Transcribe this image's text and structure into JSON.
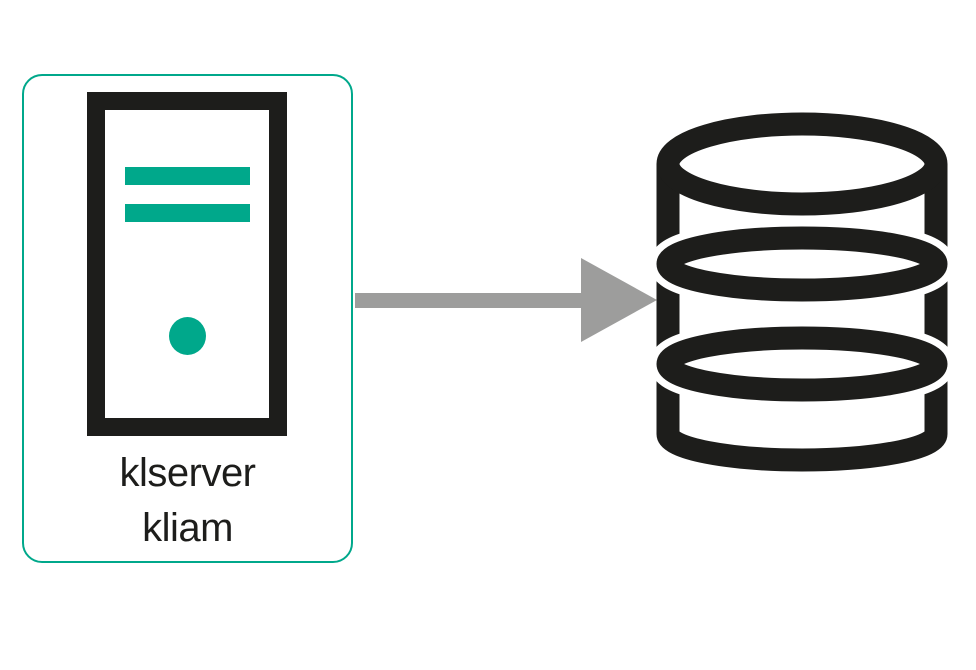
{
  "canvas": {
    "background": "#ffffff"
  },
  "colors": {
    "accent_teal": "#00a88b",
    "icon_black": "#1d1d1b",
    "arrow_gray": "#9d9d9c",
    "group_border": "#00a88b",
    "label_text": "#1d1d1b"
  },
  "server_node": {
    "icon": "server-tower-icon",
    "label_line1": "klserver",
    "label_line2": "kliam"
  },
  "connector": {
    "icon": "arrow-right-icon",
    "direction": "right"
  },
  "database_node": {
    "icon": "database-icon"
  }
}
